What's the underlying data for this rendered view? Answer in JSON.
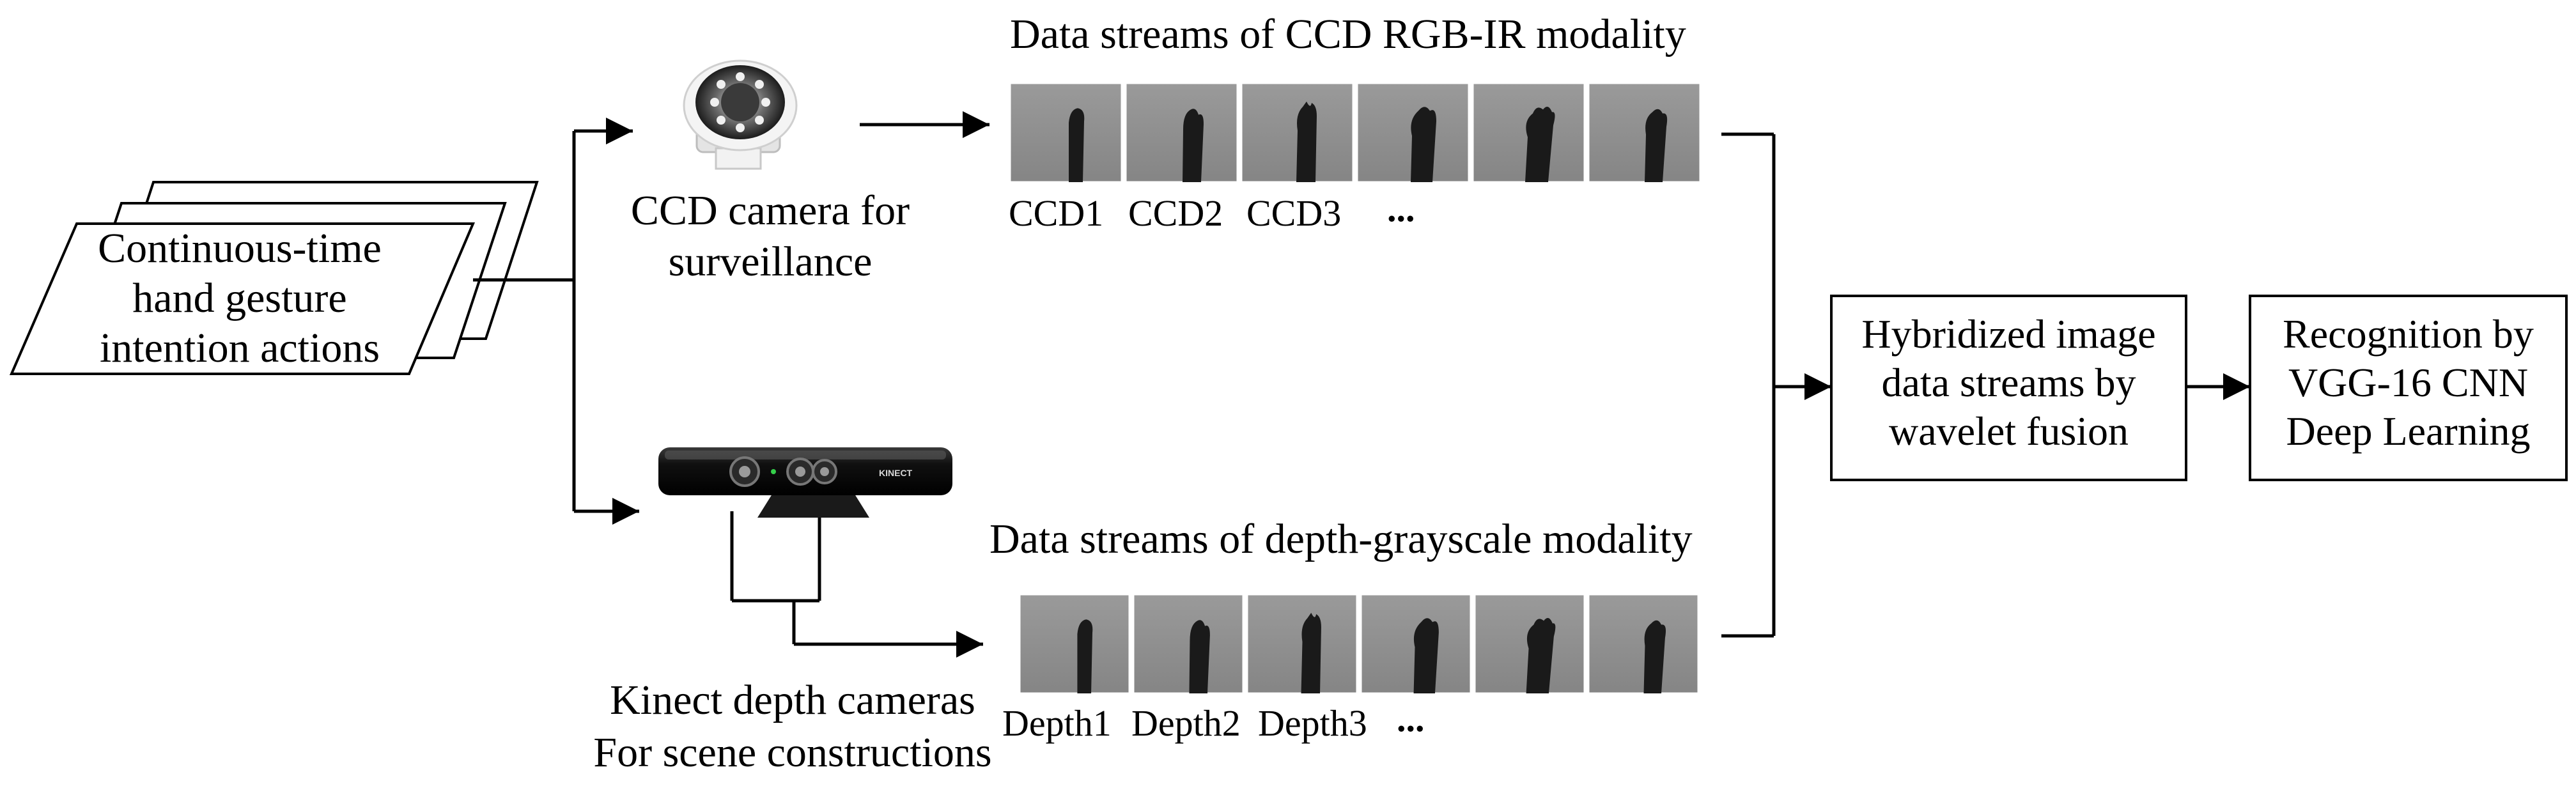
{
  "input": {
    "lines": [
      "Continuous-time",
      "hand gesture",
      "intention actions"
    ]
  },
  "ccd_camera": {
    "lines": [
      "CCD camera for",
      "surveillance"
    ]
  },
  "kinect_camera": {
    "brand": "KINECT",
    "lines": [
      "Kinect depth cameras",
      "For scene constructions"
    ]
  },
  "ccd_stream": {
    "title": "Data streams of CCD RGB-IR modality",
    "frame_labels": [
      "CCD1",
      "CCD2",
      "CCD3",
      "..."
    ],
    "frame_count": 6
  },
  "depth_stream": {
    "title": "Data streams of depth-grayscale modality",
    "frame_labels": [
      "Depth1",
      "Depth2",
      "Depth3",
      "..."
    ],
    "frame_count": 6
  },
  "fusion": {
    "lines": [
      "Hybridized image",
      "data streams by",
      "wavelet fusion"
    ]
  },
  "recognition": {
    "lines": [
      "Recognition by",
      "VGG-16 CNN",
      "Deep Learning"
    ]
  },
  "colors": {
    "frame_bg": "#8e8e8e",
    "hand": "#1a1a1a",
    "stroke": "#000000"
  }
}
